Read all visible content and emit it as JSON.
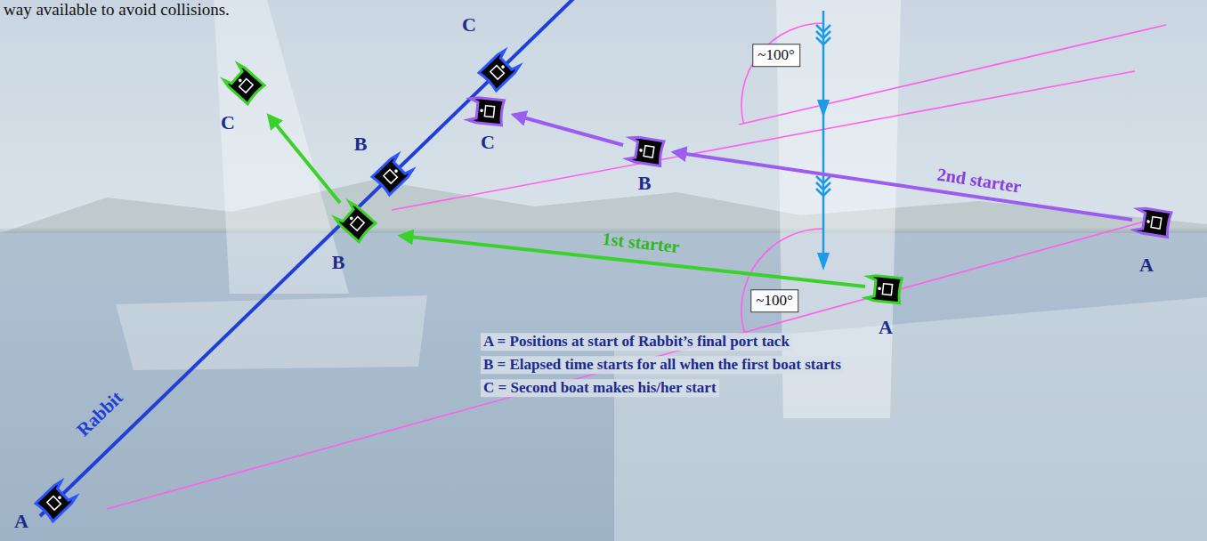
{
  "diagram": {
    "labels": [
      "way available to avoid collisions.",
      "C",
      "~100°",
      "C",
      "B",
      "C",
      "B",
      "2nd starter",
      "1st starter",
      "B",
      "~100°",
      "A",
      "A",
      "Rabbit",
      "A",
      "A = Positions at start of Rabbit’s final port tack",
      "B = Elapsed time starts for all when the first boat starts",
      "C = Second boat makes his/her start"
    ]
  }
}
